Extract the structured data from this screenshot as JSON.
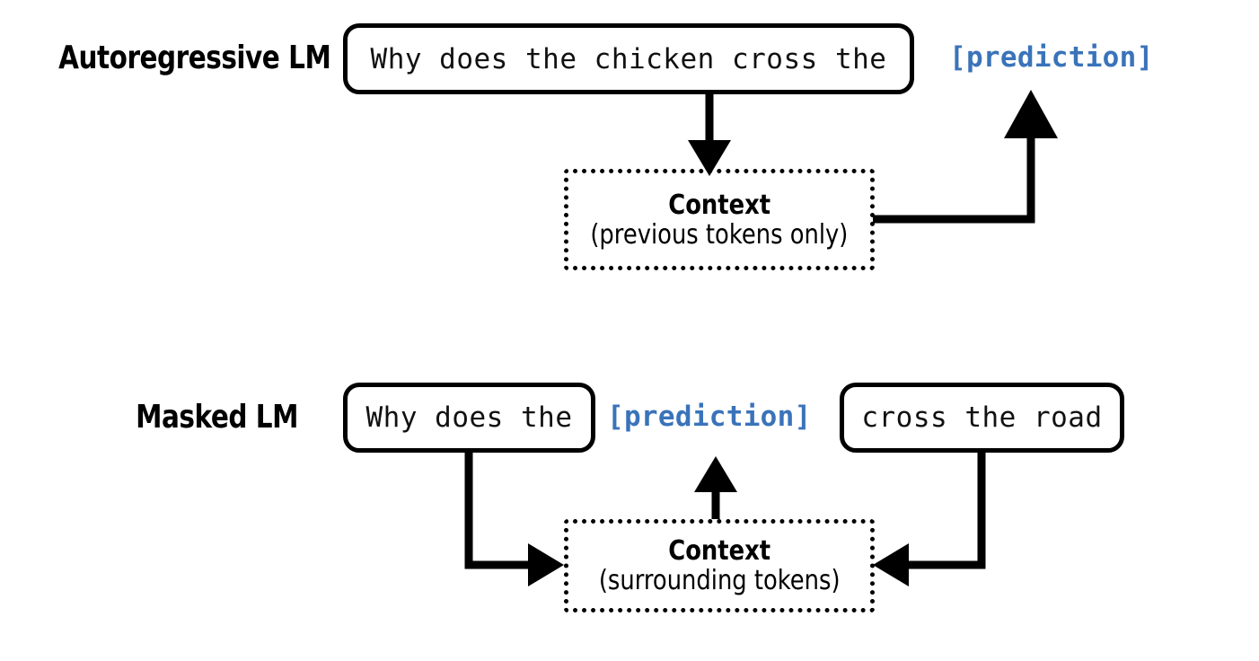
{
  "diagram": {
    "title_colors": {
      "text": "#000000",
      "prediction_blue": "#3a73ba",
      "background": "#ffffff"
    },
    "rows": [
      {
        "id": "autoregressive",
        "label": "Autoregressive LM",
        "input_text": "Why does the chicken cross the",
        "prediction_token": "[prediction]",
        "context_title": "Context",
        "context_subtitle": "(previous tokens only)"
      },
      {
        "id": "masked",
        "label": "Masked LM",
        "left_text": "Why does the",
        "prediction_token": "[prediction]",
        "right_text": "cross the road",
        "context_title": "Context",
        "context_subtitle": "(surrounding tokens)"
      }
    ]
  }
}
